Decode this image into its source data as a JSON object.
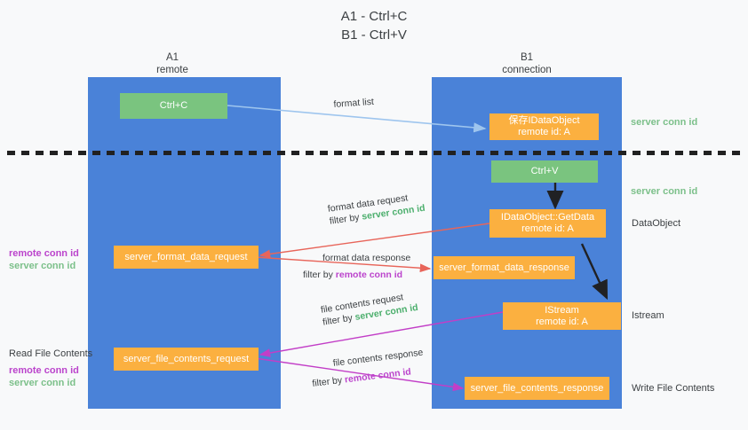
{
  "title": {
    "line1": "A1 - Ctrl+C",
    "line2": "B1 - Ctrl+V"
  },
  "columns": [
    {
      "id": "a1",
      "name": "A1",
      "sub": "remote"
    },
    {
      "id": "b1",
      "name": "B1",
      "sub": "connection"
    }
  ],
  "nodes": [
    {
      "id": "ctrl-c",
      "label": "Ctrl+C",
      "sub": "",
      "color": "green"
    },
    {
      "id": "save-idataobject",
      "label": "保存IDataObject",
      "sub": "remote id: A",
      "color": "orange"
    },
    {
      "id": "ctrl-v",
      "label": "Ctrl+V",
      "sub": "",
      "color": "green"
    },
    {
      "id": "getdata",
      "label": "IDataObject::GetData",
      "sub": "remote id: A",
      "color": "orange"
    },
    {
      "id": "server-format-data-request",
      "label": "server_format_data_request",
      "sub": "",
      "color": "orange"
    },
    {
      "id": "server-format-data-response",
      "label": "server_format_data_response",
      "sub": "",
      "color": "orange"
    },
    {
      "id": "istream",
      "label": "IStream",
      "sub": "remote id: A",
      "color": "orange"
    },
    {
      "id": "server-file-contents-request",
      "label": "server_file_contents_request",
      "sub": "",
      "color": "orange"
    },
    {
      "id": "server-file-contents-response",
      "label": "server_file_contents_response",
      "sub": "",
      "color": "orange"
    }
  ],
  "edges": [
    {
      "id": "format-list",
      "label": "format list",
      "filter_prefix": "",
      "filter_key": "",
      "color": "#9ec5ee"
    },
    {
      "id": "format-data-request",
      "label": "format data request",
      "filter_prefix": "filter by ",
      "filter_key": "server conn id",
      "color": "#e8655a"
    },
    {
      "id": "format-data-response",
      "label": "format data response",
      "filter_prefix": "filter by ",
      "filter_key": "remote conn id",
      "color": "#e8655a"
    },
    {
      "id": "file-contents-request",
      "label": "file contents request",
      "filter_prefix": "filter by ",
      "filter_key": "server conn id",
      "color": "#c23ec7"
    },
    {
      "id": "file-contents-response",
      "label": "file contents response",
      "filter_prefix": "filter by ",
      "filter_key": "remote conn id",
      "color": "#c23ec7"
    }
  ],
  "right_labels": [
    {
      "id": "server-conn-id-1",
      "text": "server conn id",
      "kind": "green"
    },
    {
      "id": "server-conn-id-2",
      "text": "server conn id",
      "kind": "green"
    },
    {
      "id": "dataobject",
      "text": "DataObject",
      "kind": "plain"
    },
    {
      "id": "istream",
      "text": "Istream",
      "kind": "plain"
    },
    {
      "id": "write-file-contents",
      "text": "Write File Contents",
      "kind": "plain"
    }
  ],
  "left_labels": [
    {
      "id": "remote-conn-id-1",
      "text": "remote conn id",
      "kind": "purple"
    },
    {
      "id": "server-conn-id-1",
      "text": "server conn id",
      "kind": "green"
    },
    {
      "id": "read-file-contents",
      "text": "Read File Contents",
      "kind": "plain"
    },
    {
      "id": "remote-conn-id-2",
      "text": "remote conn id",
      "kind": "purple"
    },
    {
      "id": "server-conn-id-2",
      "text": "server conn id",
      "kind": "green"
    }
  ],
  "colors": {
    "panel": "#4a82d8",
    "green_node": "#7ac47f",
    "orange_node": "#fbb040",
    "blue_arrow": "#9ec5ee",
    "red_arrow": "#e8655a",
    "purple_arrow": "#c23ec7",
    "black_arrow": "#202124",
    "green_text": "#4caf6d",
    "purple_text": "#bb44cc",
    "background": "#f8f9fa"
  }
}
